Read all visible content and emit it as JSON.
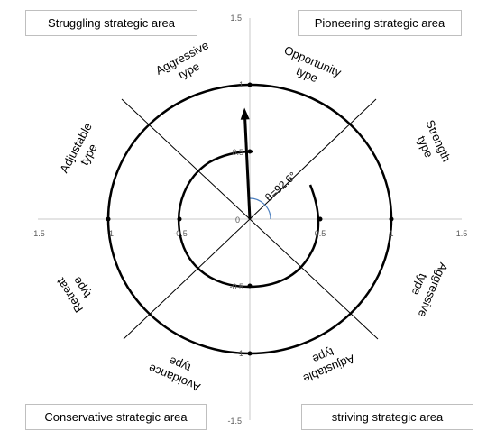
{
  "areas": {
    "top_left": "Struggling strategic area",
    "top_right": "Pioneering strategic area",
    "bottom_left": "Conservative strategic area",
    "bottom_right": "striving strategic area"
  },
  "axis_ticks": {
    "x": [
      "-1.5",
      "-1",
      "-0.5",
      "0",
      "0.5",
      "1",
      "1.5"
    ],
    "y_pos": [
      "1.5",
      "1",
      "0.5"
    ],
    "y_neg": [
      "-0.5",
      "-1",
      "-1.5"
    ]
  },
  "types": {
    "aggressive_top": [
      "Aggressive",
      "type"
    ],
    "opportunity": [
      "Opportunity",
      "type"
    ],
    "strength": [
      "Strength",
      "type"
    ],
    "adjustable_left": [
      "Adjustable",
      "type"
    ],
    "retreat": [
      "Retreat",
      "type"
    ],
    "avoidance": [
      "Avoidance",
      "type"
    ],
    "adjustable_bottom": [
      "Adjustable",
      "type"
    ],
    "aggressive_right": [
      "Aggressive",
      "type"
    ]
  },
  "angle_label": "θ=92.6°",
  "vector": {
    "angle_deg": 92.6,
    "length": 0.83
  },
  "colors": {
    "stroke": "#000000",
    "grid": "#c8c8c8",
    "angle_arc": "#4a7ebf",
    "box_border": "#bfbfbf"
  }
}
